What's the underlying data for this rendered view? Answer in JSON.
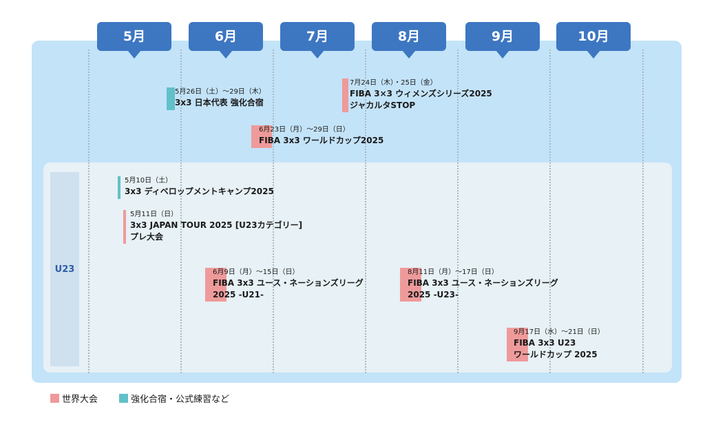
{
  "months": [
    "5月",
    "6月",
    "7月",
    "8月",
    "9月",
    "10月"
  ],
  "colors": {
    "world": "#ef9a9a",
    "camp": "#62c0c8",
    "month_header": "#3d77c2",
    "panel": "#c3e3f8",
    "inner_panel": "#e7f1f6"
  },
  "u23_label": "U23",
  "events": [
    {
      "date": "5月26日（土）～29日（木）",
      "title1": "3x3 日本代表 強化合宿",
      "title2": "",
      "type": "camp"
    },
    {
      "date": "7月24日（木）・25日（金）",
      "title1": "FIBA 3×3 ウィメンズシリーズ2025",
      "title2": "ジャカルタSTOP",
      "type": "world"
    },
    {
      "date": "6月23日（月）～29日（日）",
      "title1": "FIBA 3x3 ワールドカップ2025",
      "title2": "",
      "type": "world"
    },
    {
      "date": "5月10日（土）",
      "title1": "3x3 ディベロップメントキャンプ2025",
      "title2": "",
      "type": "camp"
    },
    {
      "date": "5月11日（日）",
      "title1": "3x3 JAPAN TOUR 2025 [U23カテゴリー]",
      "title2": "プレ大会",
      "type": "world"
    },
    {
      "date": "6月9日（月）～15日（日）",
      "title1": "FIBA 3x3 ユース・ネーションズリーグ",
      "title2": "2025 -U21-",
      "type": "world"
    },
    {
      "date": "8月11日（月）～17日（日）",
      "title1": "FIBA 3x3 ユース・ネーションズリーグ",
      "title2": "2025 -U23-",
      "type": "world"
    },
    {
      "date": "9月17日（水）～21日（日）",
      "title1": "FIBA 3x3 U23",
      "title2": "ワールドカップ 2025",
      "type": "world"
    }
  ],
  "legend": {
    "world": "世界大会",
    "camp": "強化合宿・公式練習など"
  }
}
